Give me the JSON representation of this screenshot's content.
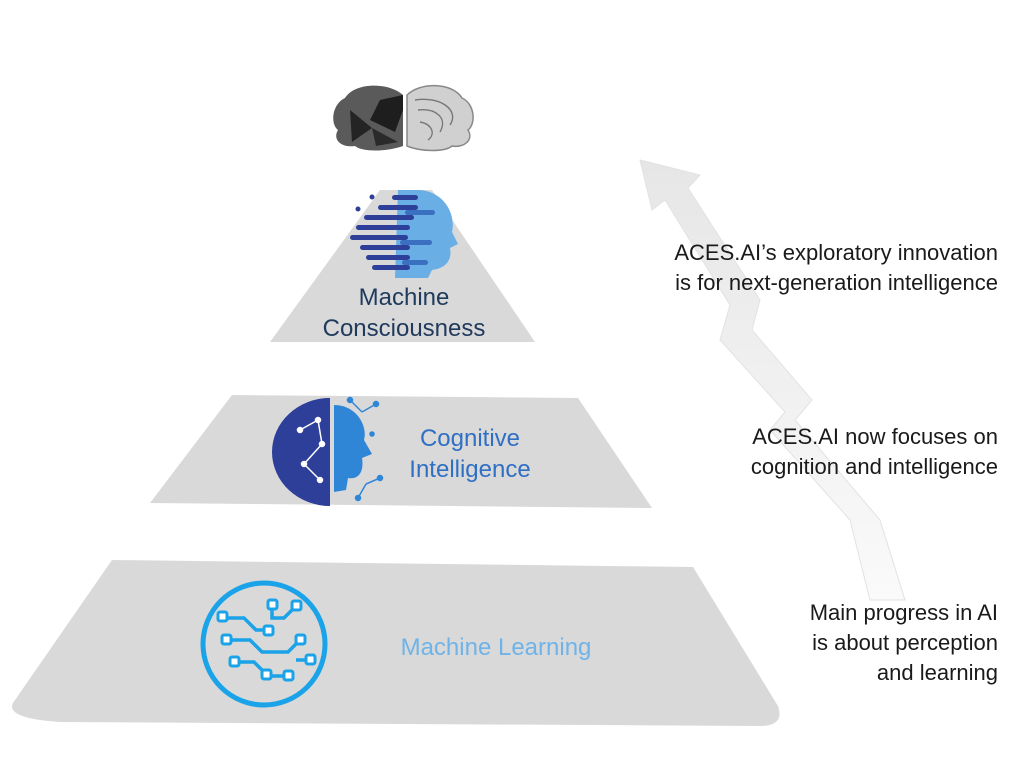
{
  "tiers": {
    "top": {
      "line1": "Machine",
      "line2": "Consciousness"
    },
    "middle": {
      "line1": "Cognitive",
      "line2": "Intelligence"
    },
    "bottom": {
      "line1": "Machine Learning"
    }
  },
  "notes": {
    "top": {
      "line1": "ACES.AI’s exploratory innovation",
      "line2": "is for next-generation intelligence"
    },
    "middle": {
      "line1": "ACES.AI now focuses on",
      "line2": "cognition and intelligence"
    },
    "bottom": {
      "line1": "Main progress in AI",
      "line2": "is about perception",
      "line3": "and learning"
    }
  },
  "colors": {
    "tier_fill": "#d9d9d9",
    "consciousness_text": "#1f3a5c",
    "cognitive_text": "#2f6fc4",
    "ml_text": "#6fb3e8",
    "ml_icon": "#1aa3e8",
    "cognitive_icon_dark": "#2e3f9a",
    "cognitive_icon_light": "#2f86d6",
    "arrow": "#eeeeee"
  },
  "icons": {
    "top": "brain-icon",
    "consciousness": "digital-head-icon",
    "cognitive": "ai-head-icon",
    "ml": "circuit-icon"
  }
}
